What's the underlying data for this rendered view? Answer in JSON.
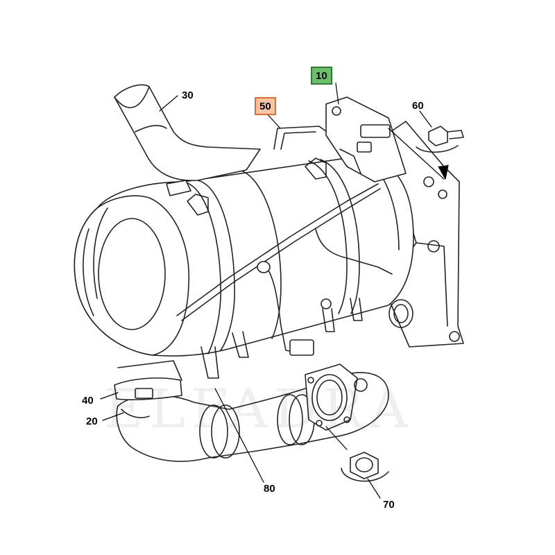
{
  "watermark": {
    "text": "ELFADRA"
  },
  "callouts": [
    {
      "id": "10",
      "label": "10",
      "highlight": "#6cbf6c",
      "border": "#2e7d32"
    },
    {
      "id": "20",
      "label": "20"
    },
    {
      "id": "30",
      "label": "30"
    },
    {
      "id": "40",
      "label": "40"
    },
    {
      "id": "50",
      "label": "50",
      "highlight": "#f7c4a6",
      "border": "#e56a2b"
    },
    {
      "id": "60",
      "label": "60"
    },
    {
      "id": "70",
      "label": "70"
    },
    {
      "id": "80",
      "label": "80"
    }
  ]
}
